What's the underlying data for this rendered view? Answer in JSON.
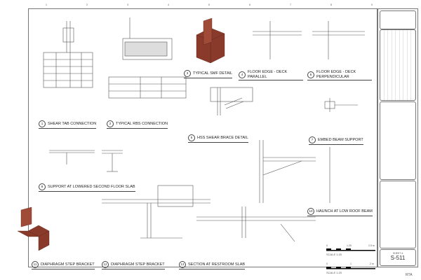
{
  "grid_numbers": [
    "1",
    "2",
    "3",
    "4",
    "5",
    "6",
    "7",
    "8",
    "9"
  ],
  "details": [
    {
      "num": "1",
      "title": "SHEAR TAB CONNECTION"
    },
    {
      "num": "2",
      "title": "TYPICAL RBS CONNECTION"
    },
    {
      "num": "3",
      "title": "TYPICAL SMF DETAIL"
    },
    {
      "num": "4",
      "title": "FLOOR EDGE - DECK PARALLEL"
    },
    {
      "num": "6",
      "title": "FLOOR EDGE - DECK PERPENDICULAR"
    },
    {
      "num": "5",
      "title": "HSS SHEAR BRACE DETAIL"
    },
    {
      "num": "7",
      "title": "EMBED BEAM SUPPORT"
    },
    {
      "num": "8",
      "title": "SUPPORT AT LOWERED SECOND FLOOR SLAB"
    },
    {
      "num": "10",
      "title": "HAUNCH AT LOW ROOF BEAM"
    },
    {
      "num": "11",
      "title": "DIAPHRAGM STEP BRACKET"
    },
    {
      "num": "12",
      "title": "DIAPHRAGM STEP BRACKET"
    },
    {
      "num": "13",
      "title": "SECTION AT RESTROOM SLAB"
    }
  ],
  "scales": [
    {
      "label": "SCALE 1:20",
      "ticks": [
        "0",
        "1.25",
        "2.5 m"
      ]
    },
    {
      "label": "SCALE 1:20",
      "ticks": [
        "0",
        "1",
        "2 m"
      ]
    }
  ],
  "sheet": {
    "label": "SHEET #",
    "number": "S-511"
  },
  "footer": "RTA",
  "colors": {
    "steel": "#8a3a2a",
    "line": "#444"
  }
}
